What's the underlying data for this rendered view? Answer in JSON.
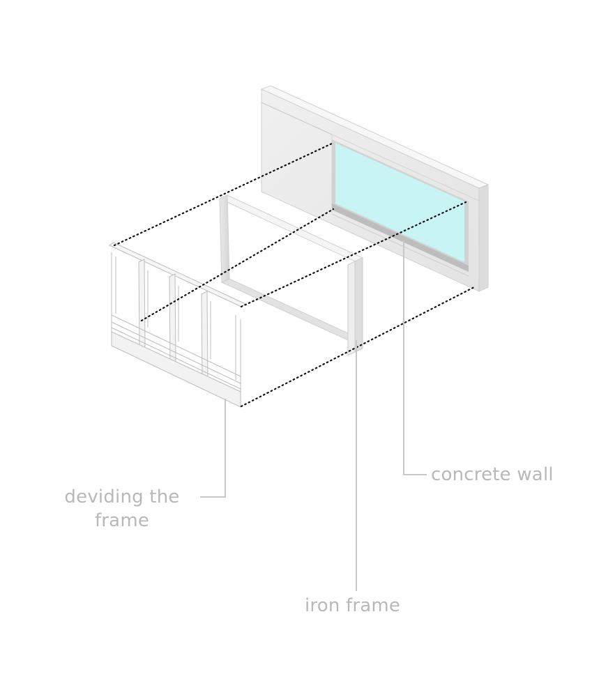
{
  "labels": {
    "concrete_wall": "concrete wall",
    "deviding_line1": "deviding the",
    "deviding_line2": "frame",
    "iron_frame": "iron frame"
  },
  "colors": {
    "background": "#ffffff",
    "label_text": "#b8b8b8",
    "leader_line": "#c8c8c8",
    "glass": "#c8f4f4",
    "dotted": "#111111"
  }
}
